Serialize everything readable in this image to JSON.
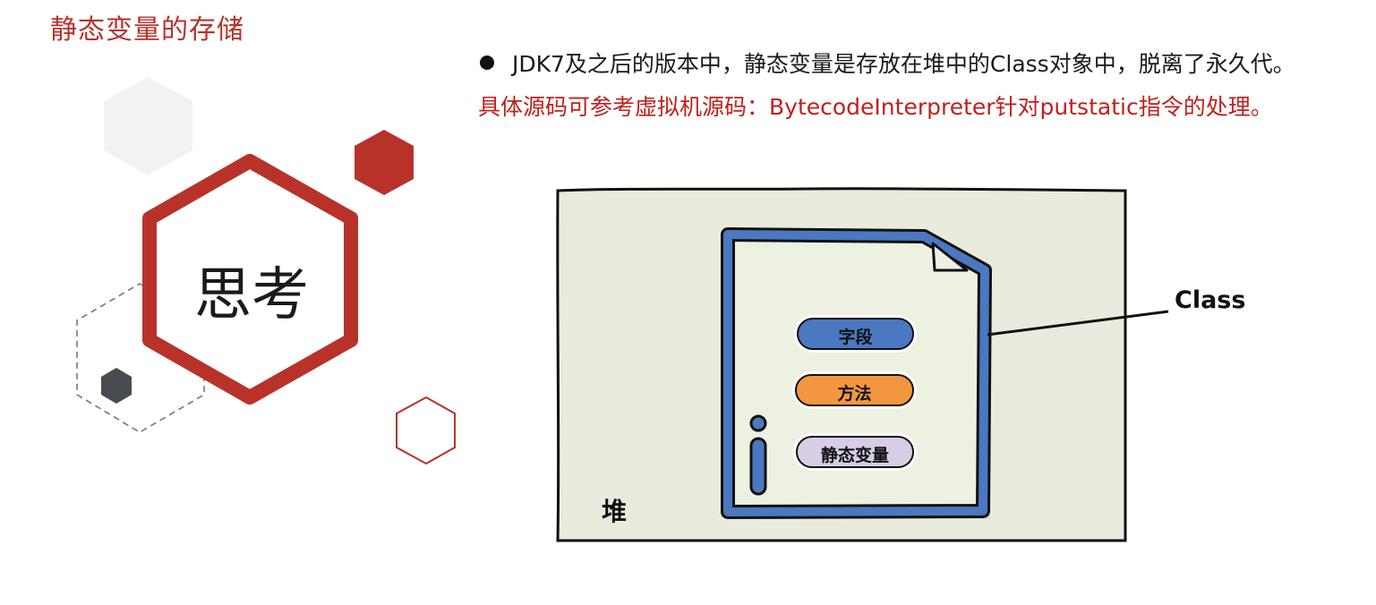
{
  "slide": {
    "title": "静态变量的存储",
    "think_label": "思考"
  },
  "content": {
    "bullet_text": "JDK7及之后的版本中，静态变量是存放在堆中的Class对象中，脱离了永久代。",
    "note_text": "具体源码可参考虚拟机源码：BytecodeInterpreter针对putstatic指令的处理。"
  },
  "diagram": {
    "heap_label": "堆",
    "class_label": "Class",
    "pills": [
      {
        "label": "字段",
        "color": "#4b78c0"
      },
      {
        "label": "方法",
        "color": "#f39640"
      },
      {
        "label": "静态变量",
        "color": "#d7cde4"
      }
    ]
  },
  "colors": {
    "accent_red": "#b8322a",
    "heap_fill": "#e9ecdd",
    "class_border": "#4b78c0",
    "class_fill": "#edf1e1",
    "dark_gray": "#474b4f"
  }
}
